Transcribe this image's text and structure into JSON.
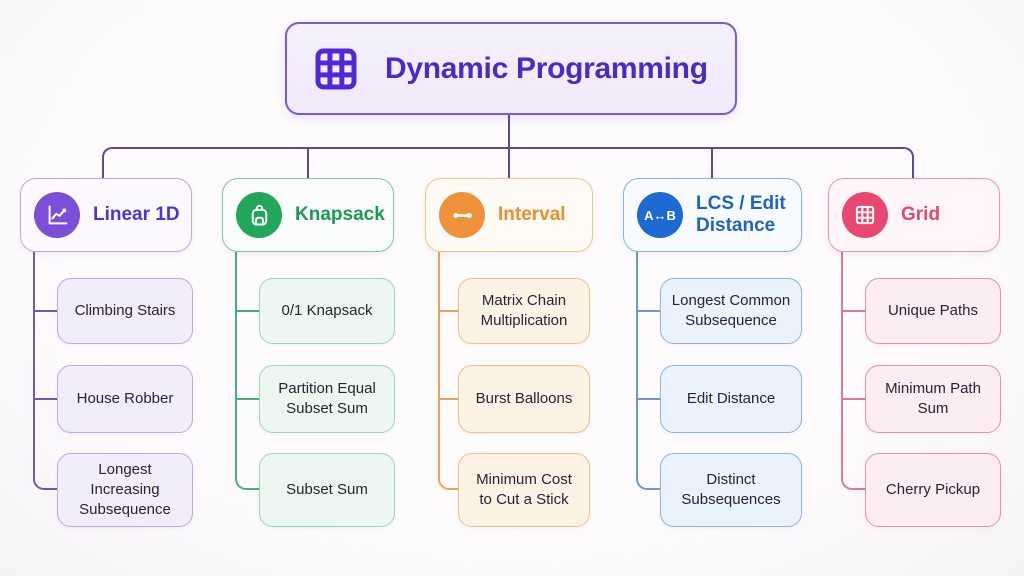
{
  "header": {
    "title": "Dynamic Programming",
    "accent": "#4c2ac6"
  },
  "branches": [
    {
      "label": "Linear 1D",
      "icon": "line-chart-icon",
      "accent": "#7c4fd8",
      "children": [
        "Climbing Stairs",
        "House Robber",
        "Longest Increasing Subsequence"
      ]
    },
    {
      "label": "Knapsack",
      "icon": "backpack-icon",
      "accent": "#21a65a",
      "children": [
        "0/1 Knapsack",
        "Partition Equal Subset Sum",
        "Subset Sum"
      ]
    },
    {
      "label": "Interval",
      "icon": "interval-icon",
      "accent": "#f0923c",
      "children": [
        "Matrix Chain Multiplication",
        "Burst Balloons",
        "Minimum Cost to Cut a Stick"
      ]
    },
    {
      "label": "LCS / Edit Distance",
      "icon": "compare-icon",
      "icon_label": "A↔B",
      "accent": "#1c6ad2",
      "children": [
        "Longest Common Subsequence",
        "Edit Distance",
        "Distinct Subsequences"
      ]
    },
    {
      "label": "Grid",
      "icon": "grid-icon",
      "accent": "#e84770",
      "children": [
        "Unique Paths",
        "Minimum Path Sum",
        "Cherry Pickup"
      ]
    }
  ]
}
